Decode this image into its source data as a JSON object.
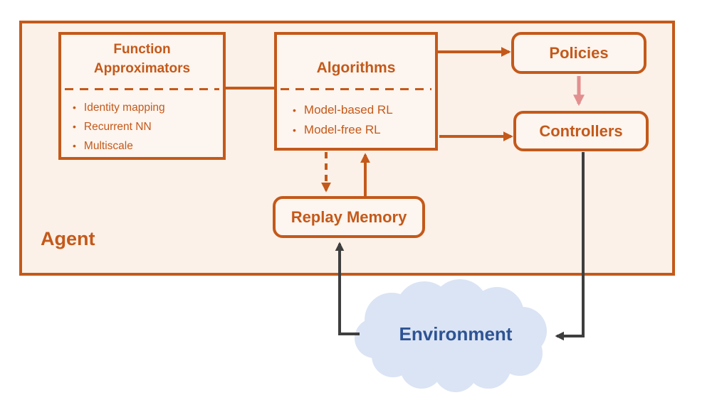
{
  "diagram": {
    "agent_label": "Agent",
    "function_approximators": {
      "title_line1": "Function",
      "title_line2": "Approximators",
      "items": [
        "Identity mapping",
        "Recurrent NN",
        "Multiscale"
      ],
      "bullet_glyph": "•"
    },
    "algorithms": {
      "title": "Algorithms",
      "items": [
        "Model-based RL",
        "Model-free RL"
      ],
      "bullet_glyph": "•"
    },
    "policies_label": "Policies",
    "controllers_label": "Controllers",
    "replay_memory_label": "Replay Memory",
    "environment_label": "Environment",
    "colors": {
      "orange": "#C4591A",
      "agent_fill": "#FCF1E8",
      "box_fill": "#FDF5EF",
      "pink": "#E28F8F",
      "dark": "#3E3E3E",
      "cloud_fill": "#DBE4F4",
      "cloud_text": "#2E5394"
    }
  }
}
